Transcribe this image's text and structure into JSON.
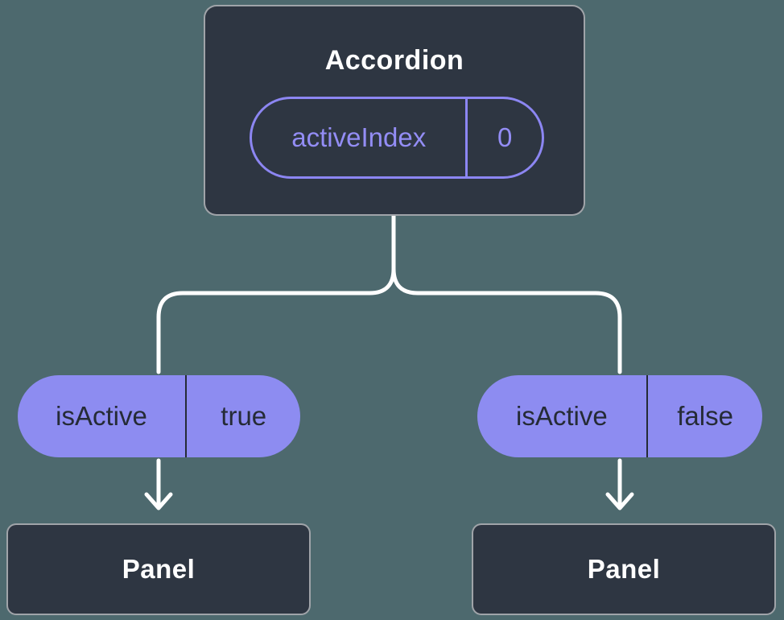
{
  "diagram": {
    "type": "component-state-tree",
    "colors": {
      "background": "#4d696e",
      "card_dark": "#2e3642",
      "accent_purple": "#8c86f2",
      "pill_fill": "#8d8cf1",
      "pill_text_dark": "#252b36",
      "connector_white": "#ffffff"
    },
    "root": {
      "title": "Accordion",
      "state": {
        "name": "activeIndex",
        "value": "0"
      }
    },
    "children": [
      {
        "prop": {
          "name": "isActive",
          "value": "true"
        },
        "node": {
          "title": "Panel"
        }
      },
      {
        "prop": {
          "name": "isActive",
          "value": "false"
        },
        "node": {
          "title": "Panel"
        }
      }
    ]
  }
}
